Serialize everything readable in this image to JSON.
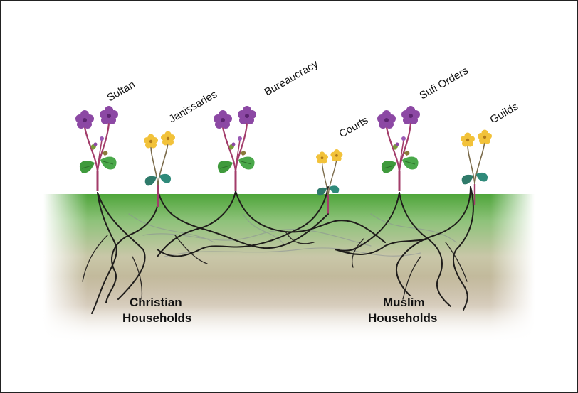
{
  "institutions": [
    {
      "label": "Sultan",
      "flower": "purple"
    },
    {
      "label": "Janissaries",
      "flower": "yellow"
    },
    {
      "label": "Bureaucracy",
      "flower": "purple"
    },
    {
      "label": "Courts",
      "flower": "yellow"
    },
    {
      "label": "Sufi Orders",
      "flower": "purple"
    },
    {
      "label": "Guilds",
      "flower": "yellow"
    }
  ],
  "households": [
    {
      "line1": "Christian",
      "line2": "Households"
    },
    {
      "line1": "Muslim",
      "line2": "Households"
    }
  ],
  "colors": {
    "grass_top": "#5fae45",
    "soil": "#b7a78a",
    "flower_purple": "#8c48a4",
    "flower_yellow": "#f2c23a",
    "leaf_green": "#3f9a3c",
    "leaf_teal": "#2f7a6a",
    "stem": "#a33c6a",
    "root": "#1f1d1b"
  }
}
